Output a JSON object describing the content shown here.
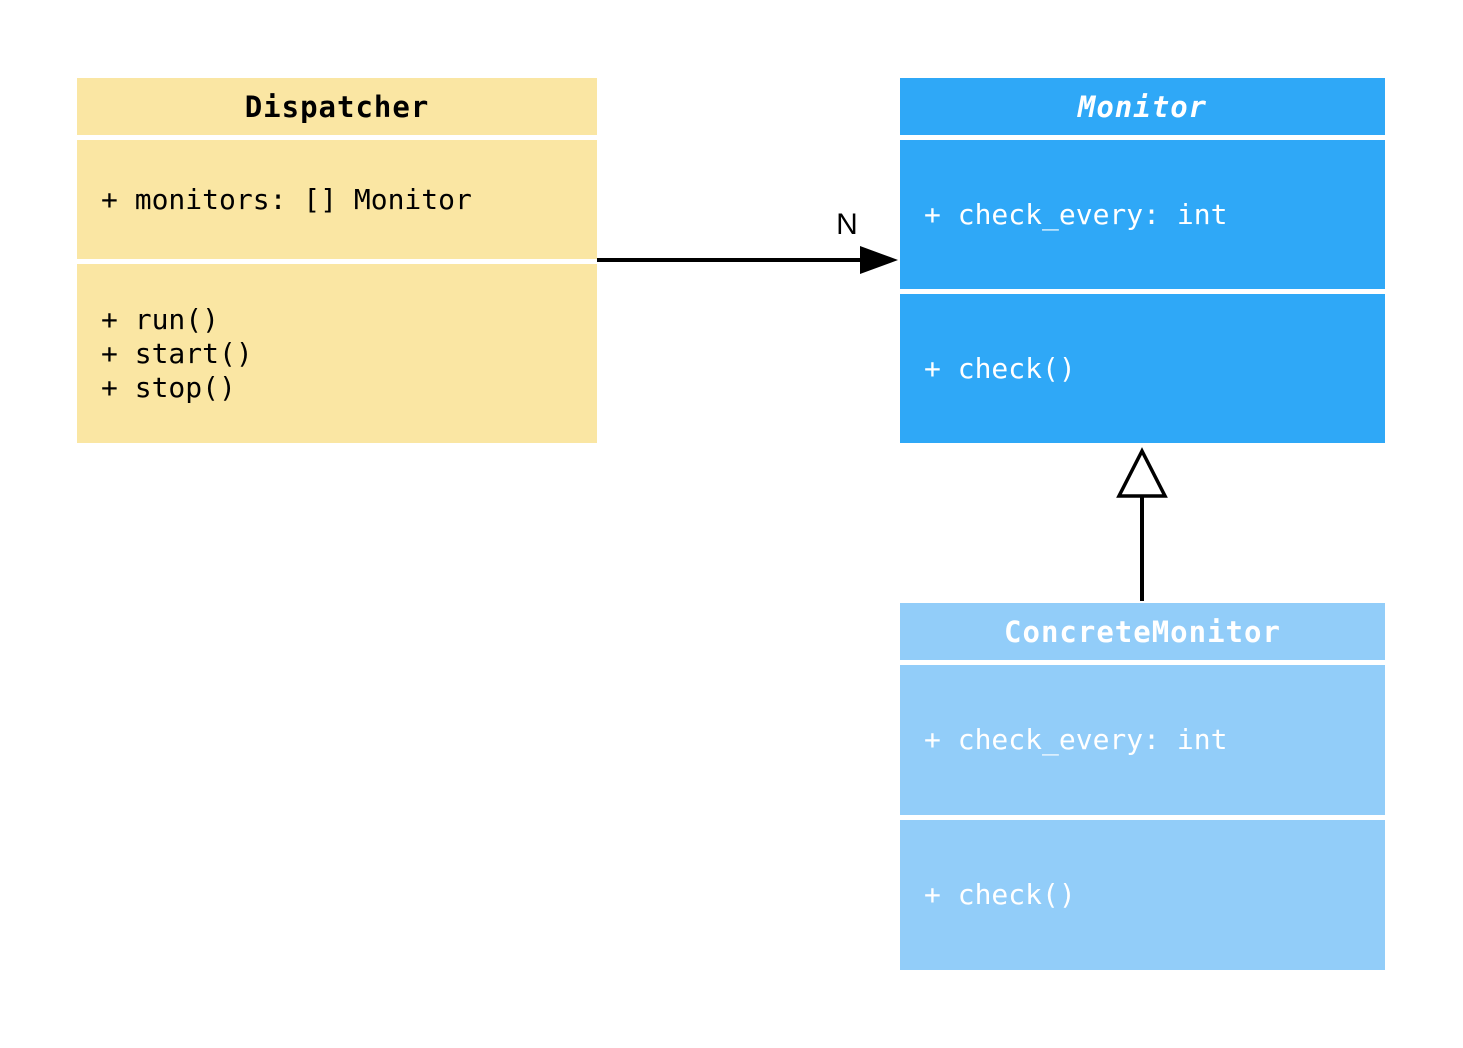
{
  "diagram": {
    "type": "uml-class-diagram",
    "background": "#ffffff",
    "classes": {
      "dispatcher": {
        "name": "Dispatcher",
        "stereotype": "class",
        "fill": "#fae6a3",
        "text_color": "#000000",
        "attributes": [
          "+ monitors: [] Monitor"
        ],
        "methods": [
          "+ run()",
          "+ start()",
          "+ stop()"
        ]
      },
      "monitor": {
        "name": "Monitor",
        "stereotype": "abstract",
        "fill": "#2fa8f7",
        "text_color": "#ffffff",
        "attributes": [
          "+ check_every: int"
        ],
        "methods": [
          "+ check()"
        ]
      },
      "concrete_monitor": {
        "name": "ConcreteMonitor",
        "stereotype": "class",
        "fill": "#92cdf9",
        "text_color": "#ffffff",
        "attributes": [
          "+ check_every: int"
        ],
        "methods": [
          "+ check()"
        ]
      }
    },
    "edges": {
      "association": {
        "from": "Dispatcher",
        "to": "Monitor",
        "label": "N",
        "line_style": "solid",
        "arrowhead": "filled-triangle",
        "color": "#000000"
      },
      "generalization": {
        "from": "ConcreteMonitor",
        "to": "Monitor",
        "line_style": "solid",
        "arrowhead": "hollow-triangle",
        "color": "#000000"
      }
    }
  }
}
